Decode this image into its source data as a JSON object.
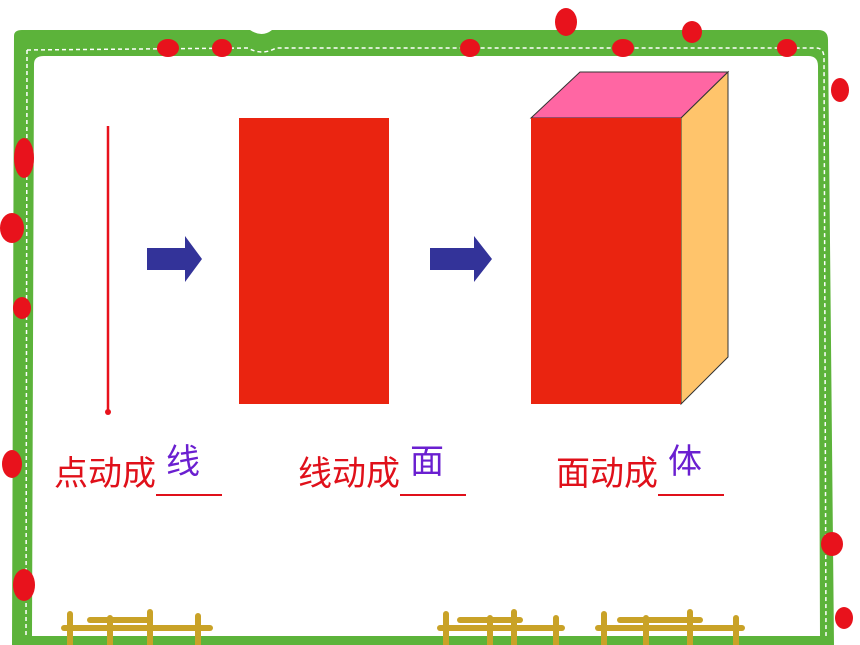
{
  "slide": {
    "colors": {
      "border_green": "#5cb33a",
      "dot_red": "#e8121c",
      "shape_red": "#ea2410",
      "top_pink": "#ff66a3",
      "side_peach": "#ffc46b",
      "arrow_navy": "#333399",
      "caption_red": "#e0101a",
      "answer_purple": "#6a1fd0"
    },
    "captions": [
      {
        "prefix": "点动成",
        "answer": "线"
      },
      {
        "prefix": "线动成",
        "answer": "面"
      },
      {
        "prefix": "面动成",
        "answer": "体"
      }
    ]
  }
}
